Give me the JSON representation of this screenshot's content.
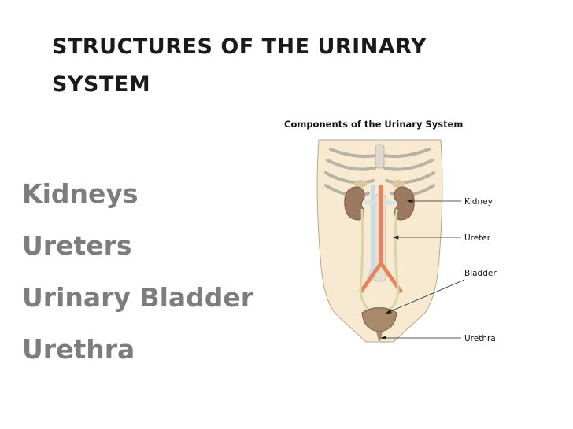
{
  "slide": {
    "title": "STRUCTURES OF THE URINARY SYSTEM",
    "bullets": [
      "Kidneys",
      "Ureters",
      "Urinary Bladder",
      "Urethra"
    ]
  },
  "figure": {
    "title": "Components of the Urinary System",
    "labels": {
      "kidney": "Kidney",
      "ureter": "Ureter",
      "bladder": "Bladder",
      "urethra": "Urethra"
    }
  },
  "colors": {
    "title": "#1a1a1a",
    "bullet": "#7d7d7d",
    "skin": "#f7ead0",
    "kidney": "#9c7a62",
    "aorta": "#e8825a",
    "ureter": "#d8d6a8",
    "bladder": "#a88a6a"
  }
}
